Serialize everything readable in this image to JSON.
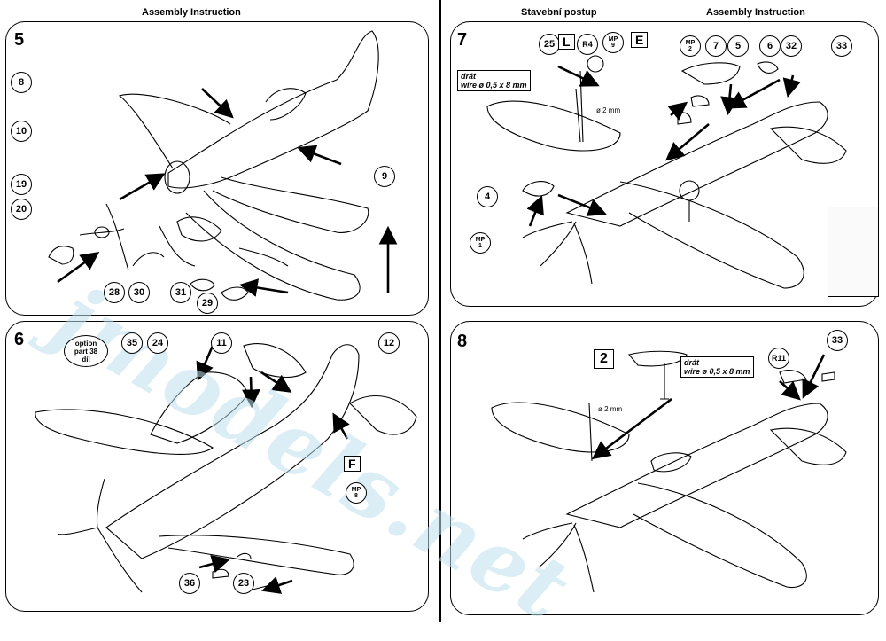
{
  "headers": {
    "left": "Assembly  Instruction",
    "right_cz": "Stavební postup",
    "right_en": "Assembly  Instruction"
  },
  "watermark": "jmodels.net",
  "panels": [
    {
      "number": "5",
      "callouts": [
        "8",
        "10",
        "19",
        "20",
        "9",
        "28",
        "30",
        "31",
        "29"
      ]
    },
    {
      "number": "6",
      "callouts": [
        "35",
        "24",
        "11",
        "12",
        "36",
        "23"
      ],
      "option": {
        "line1": "option",
        "line2": "part",
        "line3": "díl",
        "part": "38"
      },
      "mp": {
        "top": "MP",
        "bottom": "8"
      },
      "box_label": "F"
    },
    {
      "number": "7",
      "callouts": [
        "25",
        "7",
        "5",
        "6",
        "32",
        "33",
        "4"
      ],
      "box_labels": [
        "L",
        "E"
      ],
      "r4": "R4",
      "mp9": {
        "top": "MP",
        "bottom": "9"
      },
      "mp2": {
        "top": "MP",
        "bottom": "2"
      },
      "mp1": {
        "top": "MP",
        "bottom": "1"
      },
      "wire": {
        "line1": "drát",
        "line2": "wire ø 0,5 x 8 mm"
      },
      "dia": "ø 2 mm"
    },
    {
      "number": "8",
      "callouts": [
        "33"
      ],
      "box_label": "2",
      "r11": "R11",
      "wire": {
        "line1": "drát",
        "line2": "wire ø 0,5 x 8 mm"
      },
      "dia": "ø 2 mm"
    }
  ]
}
